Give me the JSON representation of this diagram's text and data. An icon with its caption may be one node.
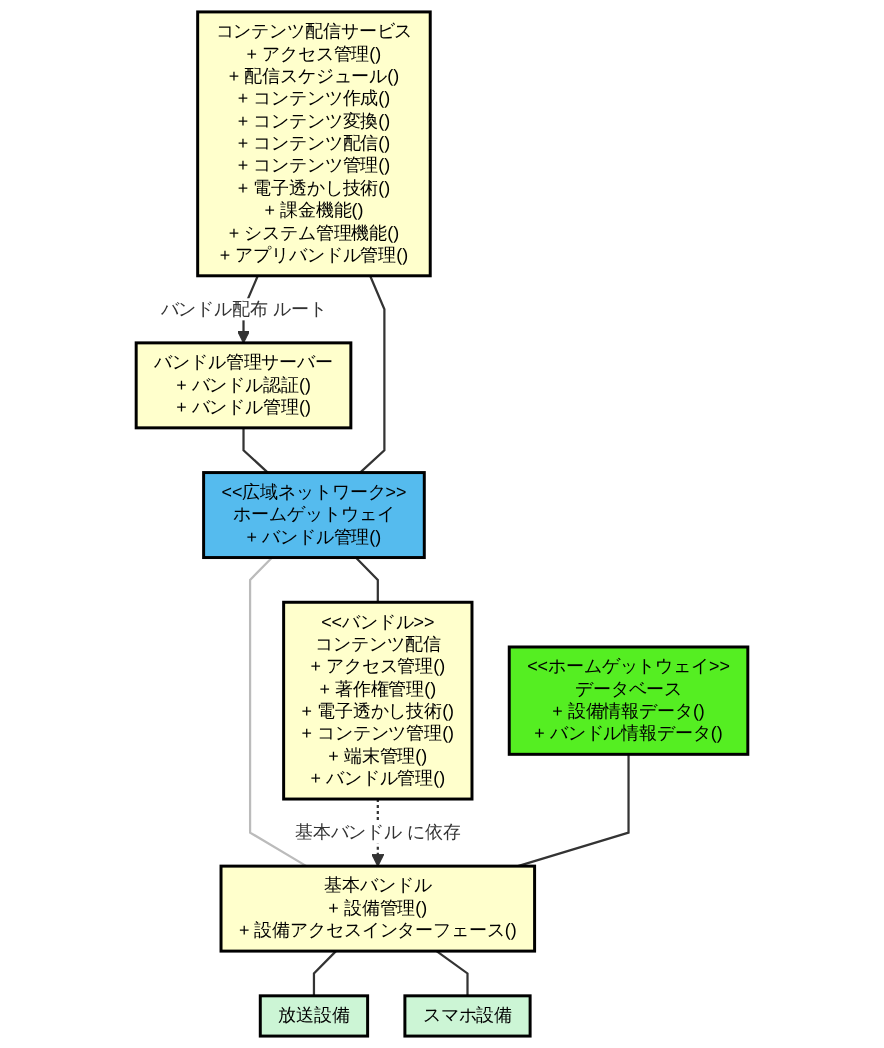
{
  "diagram": {
    "nodes": [
      {
        "text": [
          "コンテンツ配信サービス",
          "+ アクセス管理()",
          "+ 配信スケジュール()",
          "+ コンテンツ作成()",
          "+ コンテンツ変換()",
          "+ コンテンツ配信()",
          "+ コンテンツ管理()",
          "+ 電子透かし技術()",
          "+ 課金機能()",
          "+ システム管理機能()",
          "+ アプリバンドル管理()"
        ]
      },
      {
        "text": [
          "バンドル管理サーバー",
          "+ バンドル認証()",
          "+ バンドル管理()"
        ]
      },
      {
        "text": [
          "<<広域ネットワーク>>",
          "ホームゲットウェイ",
          "+ バンドル管理()"
        ]
      },
      {
        "text": [
          "<<バンドル>>",
          "コンテンツ配信",
          "+ アクセス管理()",
          "+ 著作権管理()",
          "+ 電子透かし技術()",
          "+ コンテンツ管理()",
          "+ 端末管理()",
          "+ バンドル管理()"
        ]
      },
      {
        "text": [
          "<<ホームゲットウェイ>>",
          "データベース",
          "+ 設備情報データ()",
          "+ バンドル情報データ()"
        ]
      },
      {
        "text": [
          "基本バンドル",
          "+ 設備管理()",
          "+ 設備アクセスインターフェース()"
        ]
      },
      {
        "text": [
          "放送設備"
        ]
      },
      {
        "text": [
          "スマホ設備"
        ]
      }
    ],
    "edges": [
      {
        "from": 0,
        "to": 1,
        "arrow": "to",
        "label": "バンドル配布 ルート"
      },
      {
        "from": 1,
        "to": 2,
        "arrow": "none"
      },
      {
        "from": 0,
        "to": 2,
        "arrow": "none"
      },
      {
        "from": 2,
        "to": 3,
        "arrow": "none"
      },
      {
        "from": 2,
        "to": 5,
        "arrow": "none",
        "color": "#bbbbbb"
      },
      {
        "from": 3,
        "to": 5,
        "arrow": "to",
        "style": "dashed",
        "label": "基本バンドル に依存"
      },
      {
        "from": 4,
        "to": 5,
        "arrow": "none"
      },
      {
        "from": 5,
        "to": 6,
        "arrow": "none"
      },
      {
        "from": 5,
        "to": 7,
        "arrow": "none"
      }
    ]
  }
}
